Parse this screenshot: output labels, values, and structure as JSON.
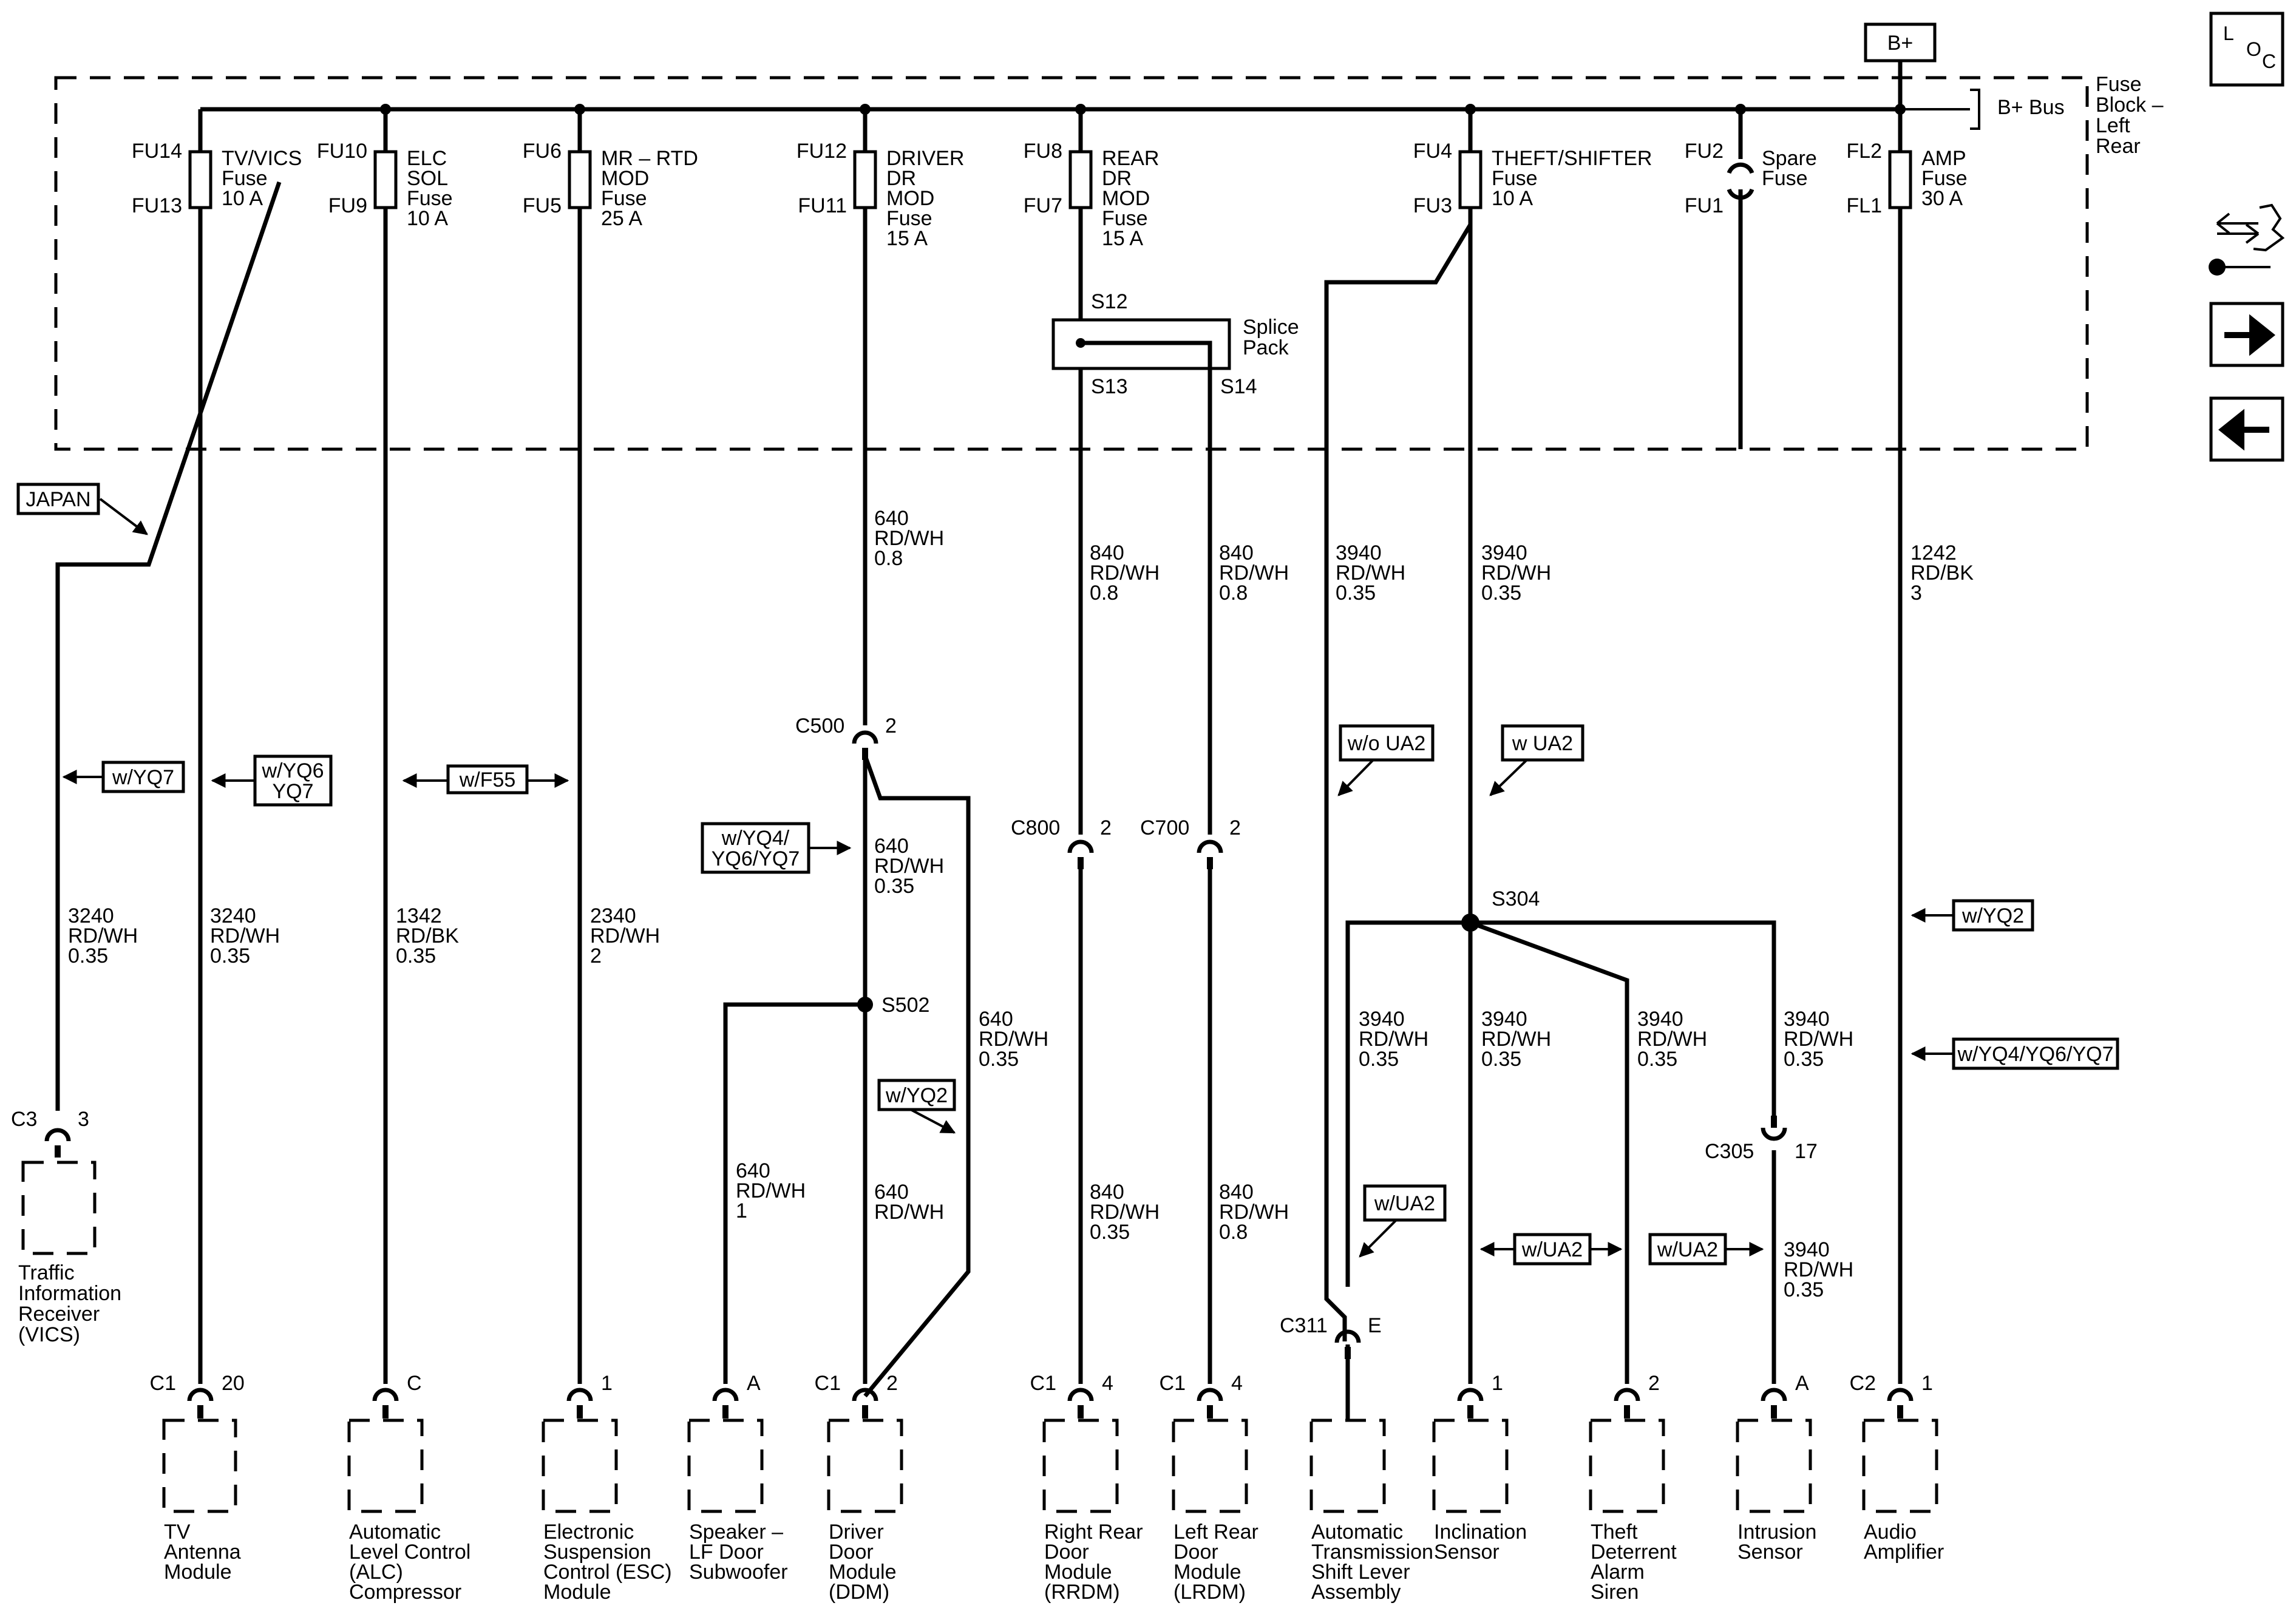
{
  "header": {
    "battery": "B+",
    "bus": "B+ Bus",
    "fuse_block": [
      "Fuse",
      "Block –",
      "Left",
      "Rear"
    ]
  },
  "nav": {
    "loc": "L O C"
  },
  "fuses": [
    {
      "top": "FU14",
      "bottom": "FU13",
      "name": [
        "TV/VICS",
        "Fuse",
        "10 A"
      ]
    },
    {
      "top": "FU10",
      "bottom": "FU9",
      "name": [
        "ELC",
        "SOL",
        "Fuse",
        "10 A"
      ]
    },
    {
      "top": "FU6",
      "bottom": "FU5",
      "name": [
        "MR – RTD",
        "MOD",
        "Fuse",
        "25 A"
      ]
    },
    {
      "top": "FU12",
      "bottom": "FU11",
      "name": [
        "DRIVER",
        "DR",
        "MOD",
        "Fuse",
        "15 A"
      ]
    },
    {
      "top": "FU8",
      "bottom": "FU7",
      "name": [
        "REAR",
        "DR",
        "MOD",
        "Fuse",
        "15 A"
      ]
    },
    {
      "top": "FU4",
      "bottom": "FU3",
      "name": [
        "THEFT/SHIFTER",
        "Fuse",
        "10 A"
      ]
    },
    {
      "top": "FU2",
      "bottom": "FU1",
      "name": [
        "Spare",
        "Fuse"
      ]
    },
    {
      "top": "FL2",
      "bottom": "FL1",
      "name": [
        "AMP",
        "Fuse",
        "30 A"
      ]
    }
  ],
  "splice_pack": {
    "label": [
      "Splice",
      "Pack"
    ],
    "s12": "S12",
    "s13": "S13",
    "s14": "S14"
  },
  "wires": {
    "w640_top": [
      "640",
      "RD/WH",
      "0.8"
    ],
    "w840_rr_top": [
      "840",
      "RD/WH",
      "0.8"
    ],
    "w840_lr_top": [
      "840",
      "RD/WH",
      "0.8"
    ],
    "w3940_a": [
      "3940",
      "RD/WH",
      "0.35"
    ],
    "w3940_b": [
      "3940",
      "RD/WH",
      "0.35"
    ],
    "w1242": [
      "1242",
      "RD/BK",
      "3"
    ],
    "w3240_vics": [
      "3240",
      "RD/WH",
      "0.35"
    ],
    "w3240_tv": [
      "3240",
      "RD/WH",
      "0.35"
    ],
    "w1342": [
      "1342",
      "RD/BK",
      "0.35"
    ],
    "w2340": [
      "2340",
      "RD/WH",
      "2"
    ],
    "w640_mid": [
      "640",
      "RD/WH",
      "0.35"
    ],
    "w640_right": [
      "640",
      "RD/WH",
      "0.35"
    ],
    "w640_spk": [
      "640",
      "RD/WH",
      "1"
    ],
    "w640_ddm": [
      "640",
      "RD/WH"
    ],
    "w840_rr_bot": [
      "840",
      "RD/WH",
      "0.35"
    ],
    "w840_lr_bot": [
      "840",
      "RD/WH",
      "0.8"
    ],
    "w3940_shift": [
      "3940",
      "RD/WH",
      "0.35"
    ],
    "w3940_incl": [
      "3940",
      "RD/WH",
      "0.35"
    ],
    "w3940_siren": [
      "3940",
      "RD/WH",
      "0.35"
    ],
    "w3940_intr": [
      "3940",
      "RD/WH",
      "0.35"
    ],
    "w3940_intr2": [
      "3940",
      "RD/WH",
      "0.35"
    ]
  },
  "options": {
    "japan": "JAPAN",
    "yq7": "w/YQ7",
    "yq6yq7": [
      "w/YQ6",
      "YQ7"
    ],
    "f55": "w/F55",
    "yq4": [
      "w/YQ4/",
      "YQ6/YQ7"
    ],
    "yq2_ddm": "w/YQ2",
    "wo_ua2": "w/o UA2",
    "w_ua2": "w UA2",
    "yq2_amp": "w/YQ2",
    "yq4_amp": "w/YQ4/YQ6/YQ7",
    "ua2_shift": "w/UA2",
    "ua2_mid": "w/UA2",
    "ua2_right": "w/UA2"
  },
  "connectors": {
    "c500": "C500",
    "c500_pin": "2",
    "c800": "C800",
    "c800_pin": "2",
    "c700": "C700",
    "c700_pin": "2",
    "c305": "C305",
    "c305_pin": "17",
    "c311": "C311",
    "c311_pin": "E",
    "c3": "C3",
    "c3_pin": "3",
    "s502": "S502",
    "s304": "S304"
  },
  "components": [
    {
      "conn": "C1",
      "pin": "20",
      "name": [
        "TV",
        "Antenna",
        "Module"
      ]
    },
    {
      "conn": "",
      "pin": "C",
      "name": [
        "Automatic",
        "Level Control",
        "(ALC)",
        "Compressor"
      ]
    },
    {
      "conn": "",
      "pin": "1",
      "name": [
        "Electronic",
        "Suspension",
        "Control (ESC)",
        "Module"
      ]
    },
    {
      "conn": "",
      "pin": "A",
      "name": [
        "Speaker –",
        "LF Door",
        "Subwoofer"
      ]
    },
    {
      "conn": "C1",
      "pin": "2",
      "name": [
        "Driver",
        "Door",
        "Module",
        "(DDM)"
      ]
    },
    {
      "conn": "C1",
      "pin": "4",
      "name": [
        "Right Rear",
        "Door",
        "Module",
        "(RRDM)"
      ]
    },
    {
      "conn": "C1",
      "pin": "4",
      "name": [
        "Left Rear",
        "Door",
        "Module",
        "(LRDM)"
      ]
    },
    {
      "conn": "",
      "pin": "",
      "name": [
        "Automatic",
        "Transmission",
        "Shift Lever",
        "Assembly"
      ]
    },
    {
      "conn": "",
      "pin": "1",
      "name": [
        "Inclination",
        "Sensor"
      ]
    },
    {
      "conn": "",
      "pin": "2",
      "name": [
        "Theft",
        "Deterrent",
        "Alarm",
        "Siren"
      ]
    },
    {
      "conn": "",
      "pin": "A",
      "name": [
        "Intrusion",
        "Sensor"
      ]
    },
    {
      "conn": "C2",
      "pin": "1",
      "name": [
        "Audio",
        "Amplifier"
      ]
    }
  ],
  "vics": {
    "name": [
      "Traffic",
      "Information",
      "Receiver",
      "(VICS)"
    ]
  }
}
